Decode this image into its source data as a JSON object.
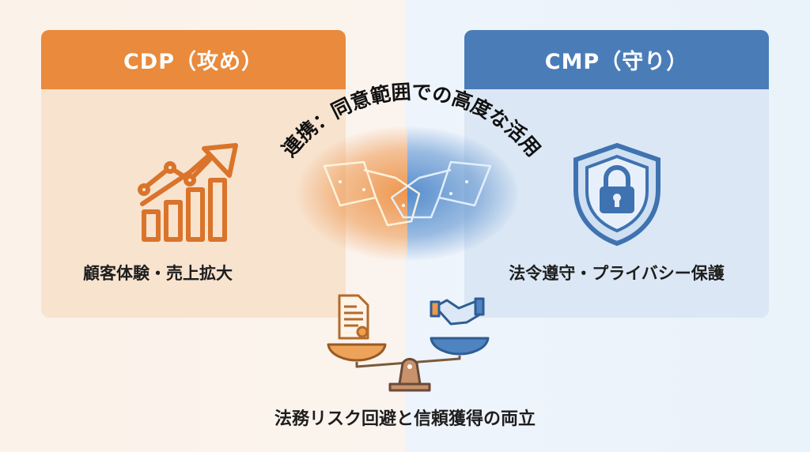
{
  "left_panel": {
    "title": "CDP（攻め）",
    "caption": "顧客体験・売上拡大",
    "icon": "growth-chart-icon"
  },
  "right_panel": {
    "title": "CMP（守り）",
    "caption": "法令遵守・プライバシー保護",
    "icon": "shield-lock-icon"
  },
  "center": {
    "arc_text": "連携：同意範囲での高度な活用",
    "icon": "handshake-icon"
  },
  "bottom": {
    "caption": "法務リスク回避と信頼獲得の両立",
    "icon": "balance-scale-icon"
  },
  "colors": {
    "orange": "#e98a3c",
    "blue": "#4a7db8"
  }
}
